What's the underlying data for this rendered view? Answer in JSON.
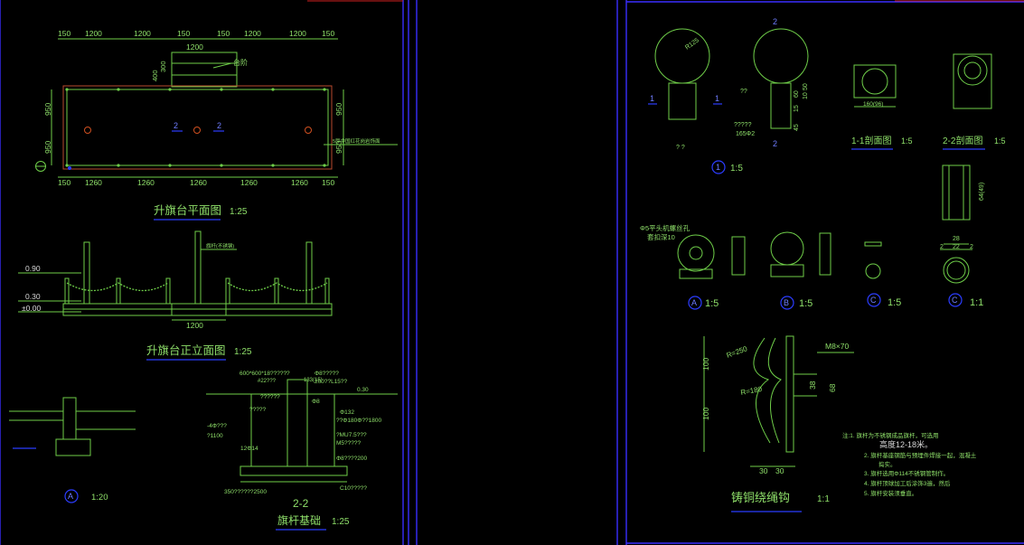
{
  "colors": {
    "background": "#000000",
    "line": "#6fce49",
    "title_underline": "#2b3cff",
    "frame": "#3a2dff",
    "circle_mark": "#d05020"
  },
  "plan": {
    "top_dims": [
      "150",
      "1200",
      "1200",
      "150",
      "150",
      "1200",
      "1200",
      "150"
    ],
    "step_dims": [
      "1200",
      "400",
      "300"
    ],
    "step_label": "台阶",
    "left_dims": [
      "950",
      "950"
    ],
    "right_dims": [
      "950",
      "950"
    ],
    "bottom_dims": [
      "150",
      "1260",
      "1260",
      "1260",
      "1260",
      "1260",
      "150"
    ],
    "section_marks": [
      "2",
      "2"
    ],
    "note": "5厚中国红花岗岩饰面",
    "title": "升旗台平面图",
    "scale": "1:25"
  },
  "elevation": {
    "levels": [
      "0.90",
      "0.30",
      "±0.00"
    ],
    "flag_label": "旗杆(不锈钢)",
    "dim": "1200",
    "title": "升旗台正立面图",
    "scale": "1:25"
  },
  "detail_a": {
    "marker": "A",
    "scale": "1:20"
  },
  "foundation": {
    "section": "2-2",
    "title": "旗杆基础",
    "scale": "1:25",
    "labels": [
      "600*600*18??????",
      "Φ8?????",
      "200??L15??",
      "0.30",
      "#22???",
      "133(15)",
      "Φ132",
      "Φ8",
      "?????",
      "??????",
      "??Φ180Φ??1800",
      "-4Φ???",
      "?1100",
      "?MU7.5???",
      "M5?????",
      "Φ8????200",
      "C10?????",
      "350??????2500",
      "12Φ14"
    ]
  },
  "sphere_detail": {
    "marks": [
      "2",
      "2",
      "1",
      "1"
    ],
    "labels": [
      "R125",
      "??",
      "?????",
      "165Φ2",
      "? ?"
    ],
    "dims": [
      "50",
      "60",
      "10",
      "15",
      "45"
    ],
    "circle_label": "1",
    "scale": "1:5"
  },
  "section_views": [
    {
      "title": "1-1剖面图",
      "scale": "1:5",
      "dim": "160(96)"
    },
    {
      "title": "2-2剖面图",
      "scale": "1:5"
    }
  ],
  "plate": {
    "dim": "64(49)"
  },
  "pulley": {
    "note_line1": "Φ5平头机螺丝孔",
    "note_line2": "套扣深10",
    "ring_dims": [
      "28",
      "2",
      "22",
      "2"
    ],
    "views": [
      {
        "mark": "A",
        "scale": "1:5"
      },
      {
        "mark": "B",
        "scale": "1:5"
      },
      {
        "mark": "C",
        "scale": "1:5"
      },
      {
        "mark": "C",
        "scale": "1:1"
      }
    ]
  },
  "hook": {
    "r1": "R=250",
    "r2": "R=180",
    "bolt": "M8×70",
    "dims": [
      "100",
      "100",
      "38",
      "68",
      "30",
      "30"
    ],
    "title": "铸铜绕绳钩",
    "scale": "1:1"
  },
  "notes": [
    "注:1. 旗杆为不锈钢成品旗杆，可选用",
    "高度12-18米。",
    "2. 旗杆基座钢筋与预埋件焊接一起，混凝土",
    "捣实。",
    "3. 旗杆选用Φ114不锈钢管制作。",
    "4. 旗杆顶球加工后涂饰3遍，然后",
    "5. 旗杆安装须垂直。"
  ]
}
